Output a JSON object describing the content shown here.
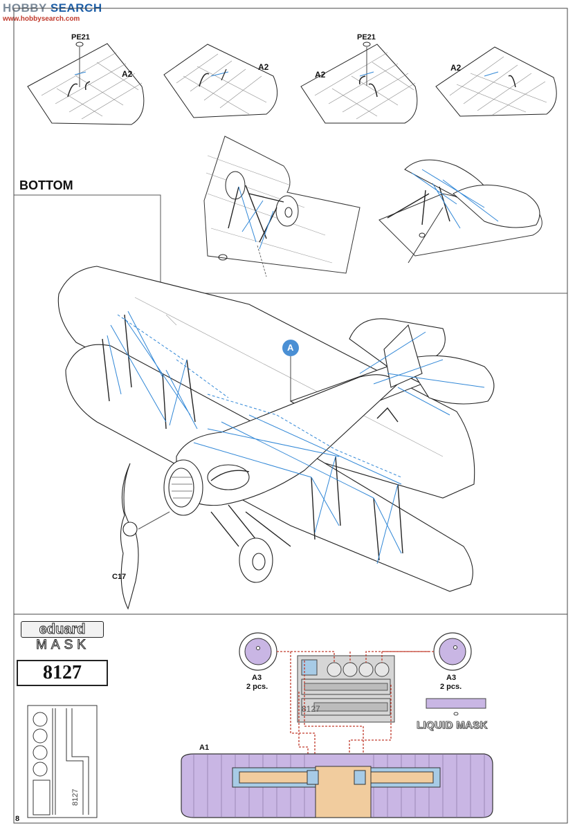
{
  "watermark": {
    "main_prefix": "HOBBY",
    "main_suffix": "SEARCH",
    "site": "www.hobbysearch.com"
  },
  "labels": {
    "pe21_1": "PE21",
    "pe21_2": "PE21",
    "a2_1": "A2",
    "a2_2": "A2",
    "a2_3": "A2",
    "a2_4": "A2",
    "bottom": "BOTTOM",
    "callout_a": "A",
    "c17": "C17",
    "a1": "A1",
    "a3_left": "A3",
    "a3_left_qty": "2 pcs.",
    "a3_right": "A3",
    "a3_right_qty": "2 pcs.",
    "liquid_mask": "LIQUID MASK",
    "page_number": "8"
  },
  "mask_panel": {
    "brand": "eduard",
    "product": "MASK",
    "code": "8127",
    "sheet_code": "8127"
  },
  "colors": {
    "rigging_blue": "#2f86d6",
    "mask_purple": "#c9b6e4",
    "mask_tan": "#f1cc9e",
    "mask_blue": "#a7cbe6",
    "guide_red": "#c0392b",
    "callout_blue": "#4a8fd4"
  }
}
